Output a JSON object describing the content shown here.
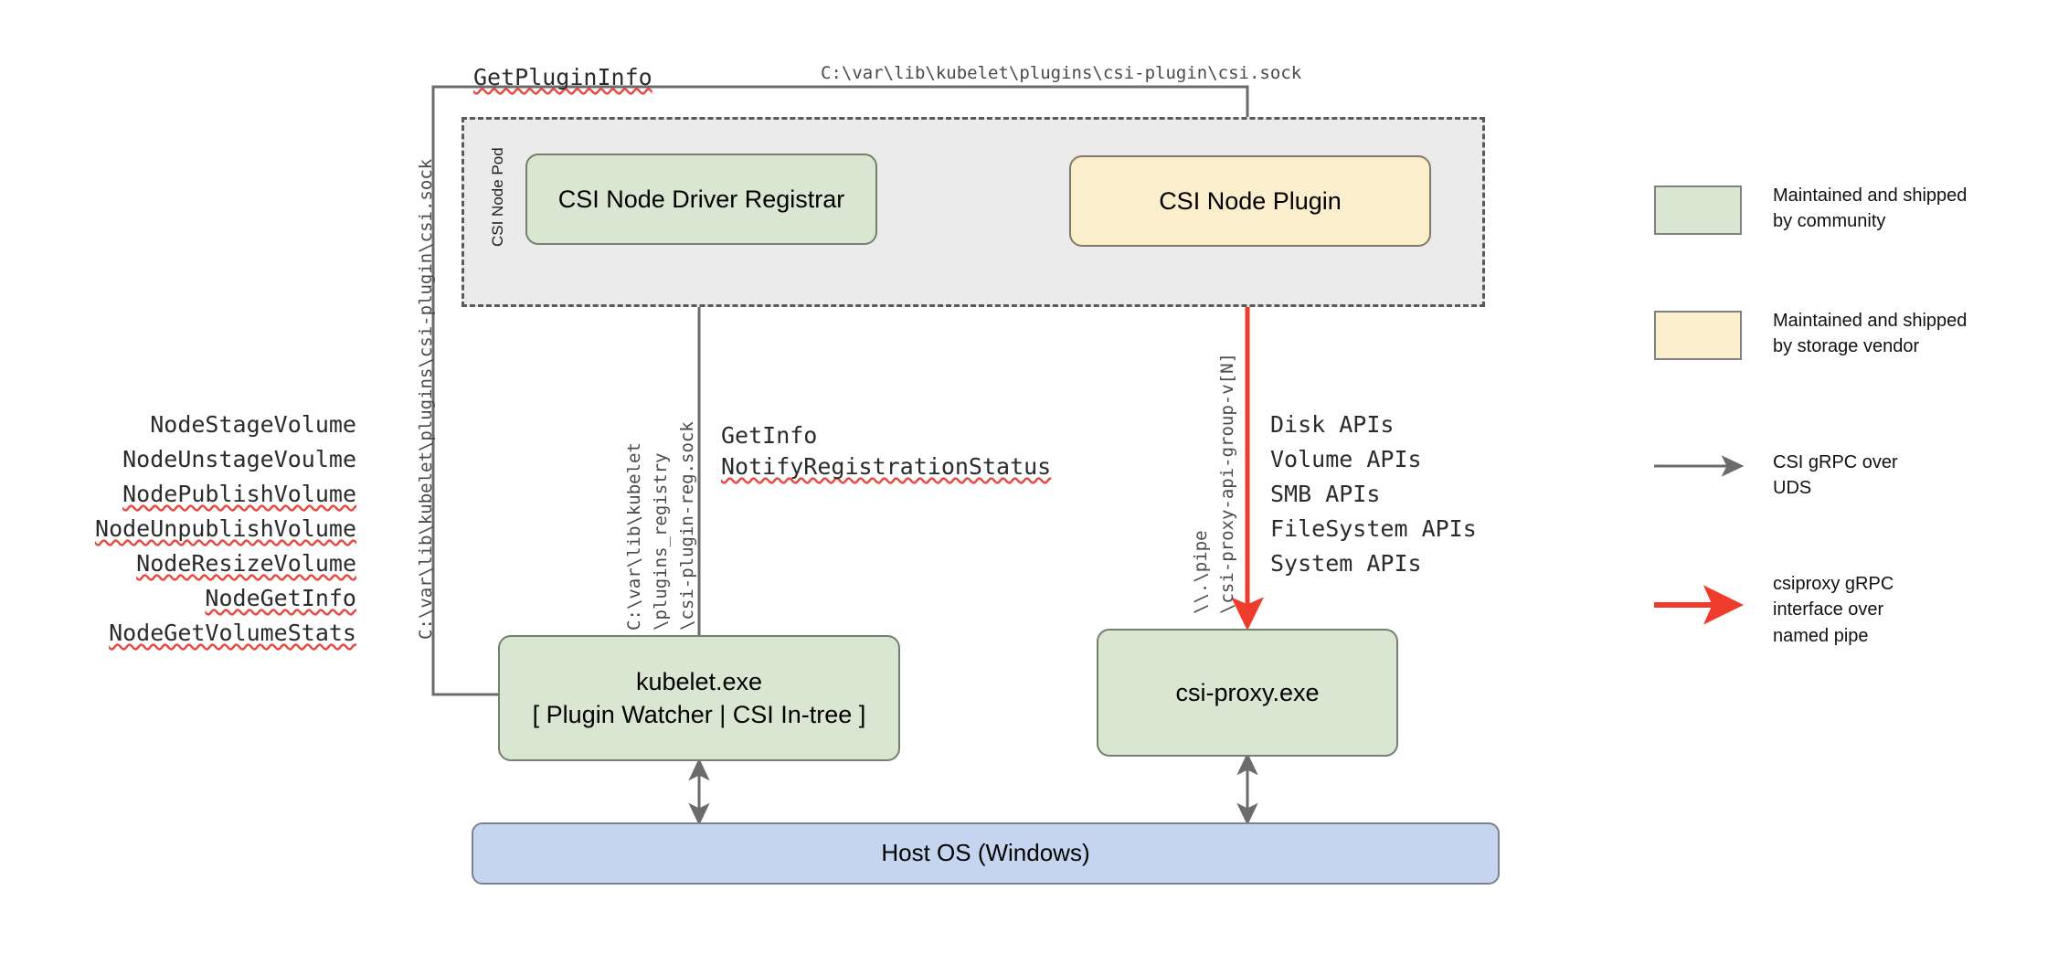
{
  "diagram": {
    "title": "CSI Proxy on Windows architecture",
    "colors": {
      "community_green": "#d9e7d2",
      "vendor_yellow": "#fbeecd",
      "host_blue": "#c6d5ef",
      "pod_gray": "#ebebeb",
      "uds_arrow": "#6b6b6b",
      "namedpipe_arrow": "#ef3b2c"
    }
  },
  "groups": {
    "pod_label": "CSI Node Pod"
  },
  "nodes": {
    "registrar": "CSI Node Driver Registrar",
    "node_plugin": "CSI Node Plugin",
    "kubelet_line1": "kubelet.exe",
    "kubelet_line2": "[ Plugin Watcher | CSI In-tree ]",
    "csi_proxy": "csi-proxy.exe",
    "host_os": "Host OS (Windows)"
  },
  "annotations": {
    "get_plugin_info": "GetPluginInfo",
    "plugin_socket_path": "C:\\var\\lib\\kubelet\\plugins\\csi-plugin\\csi.sock",
    "left_socket_path": "C:\\var\\lib\\kubelet\\plugins\\csi-plugin\\csi.sock",
    "registry_path_line1": "C:\\var\\lib\\kubelet",
    "registry_path_line2": "\\plugins_registry",
    "registry_path_line3": "\\csi-plugin-reg.sock",
    "get_info": "GetInfo",
    "notify_registration_status": "NotifyRegistrationStatus",
    "named_pipe_line1": "\\\\.\\pipe",
    "named_pipe_line2": "\\csi-proxy-api-group-v[N]"
  },
  "node_service_apis": [
    "NodeStageVolume",
    "NodeUnstageVoulme",
    "NodePublishVolume",
    "NodeUnpublishVolume",
    "NodeResizeVolume",
    "NodeGetInfo",
    "NodeGetVolumeStats"
  ],
  "csi_proxy_apis": [
    "Disk APIs",
    "Volume APIs",
    "SMB APIs",
    "FileSystem APIs",
    "System APIs"
  ],
  "legend": {
    "items": [
      {
        "kind": "swatch",
        "color": "#d9e7d2",
        "label": "Maintained and shipped\nby community"
      },
      {
        "kind": "swatch",
        "color": "#fbeecd",
        "label": "Maintained and shipped\nby storage vendor"
      },
      {
        "kind": "arrow",
        "color": "#6b6b6b",
        "label": "CSI gRPC over\nUDS"
      },
      {
        "kind": "arrow",
        "color": "#ef3b2c",
        "label": "csiproxy gRPC\ninterface over\nnamed pipe"
      }
    ]
  }
}
